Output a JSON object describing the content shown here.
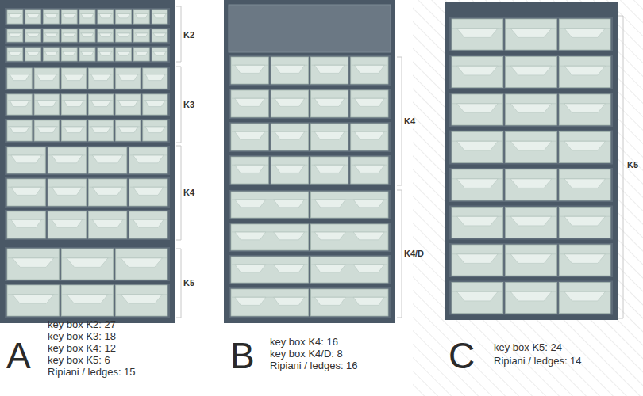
{
  "diagram": {
    "labels": [
      "K2",
      "K3",
      "K4",
      "K5",
      "K4",
      "K4/D",
      "K5",
      "A",
      "key box K2: 27",
      "key box K3: 18",
      "key box K4: 12",
      "key box K5: 6",
      "Ripiani / ledges: 15",
      "B",
      "key box K4: 16",
      "key box K4/D: 8",
      "Ripiani / ledges: 16",
      "C",
      "key box K5: 24",
      "Ripiani / ledges: 14"
    ]
  }
}
